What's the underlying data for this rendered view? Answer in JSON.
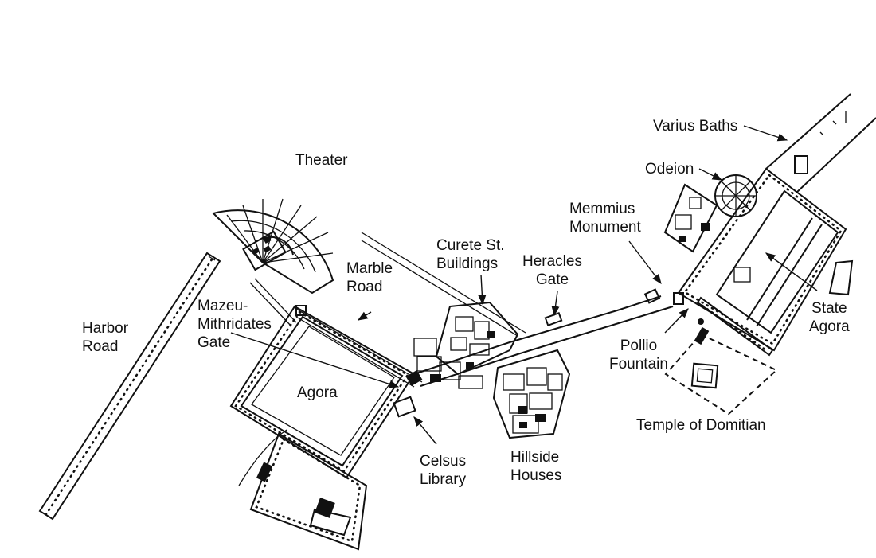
{
  "labels": {
    "theater": "Theater",
    "harbor_road": [
      "Harbor",
      "Road"
    ],
    "marble_road": [
      "Marble",
      "Road"
    ],
    "mazeu_gate": [
      "Mazeu-",
      "Mithridates",
      "Gate"
    ],
    "agora": "Agora",
    "celsus_library": [
      "Celsus",
      "Library"
    ],
    "curete_buildings": [
      "Curete St.",
      "Buildings"
    ],
    "hillside_houses": [
      "Hillside",
      "Houses"
    ],
    "heracles_gate": [
      "Heracles",
      "Gate"
    ],
    "memmius_monument": [
      "Memmius",
      "Monument"
    ],
    "pollio_fountain": [
      "Pollio",
      "Fountain"
    ],
    "odeion": "Odeion",
    "varius_baths": "Varius Baths",
    "state_agora": [
      "State",
      "Agora"
    ],
    "temple_domitian": "Temple of Domitian"
  },
  "style": {
    "ink": "#111111",
    "paper": "#ffffff"
  }
}
